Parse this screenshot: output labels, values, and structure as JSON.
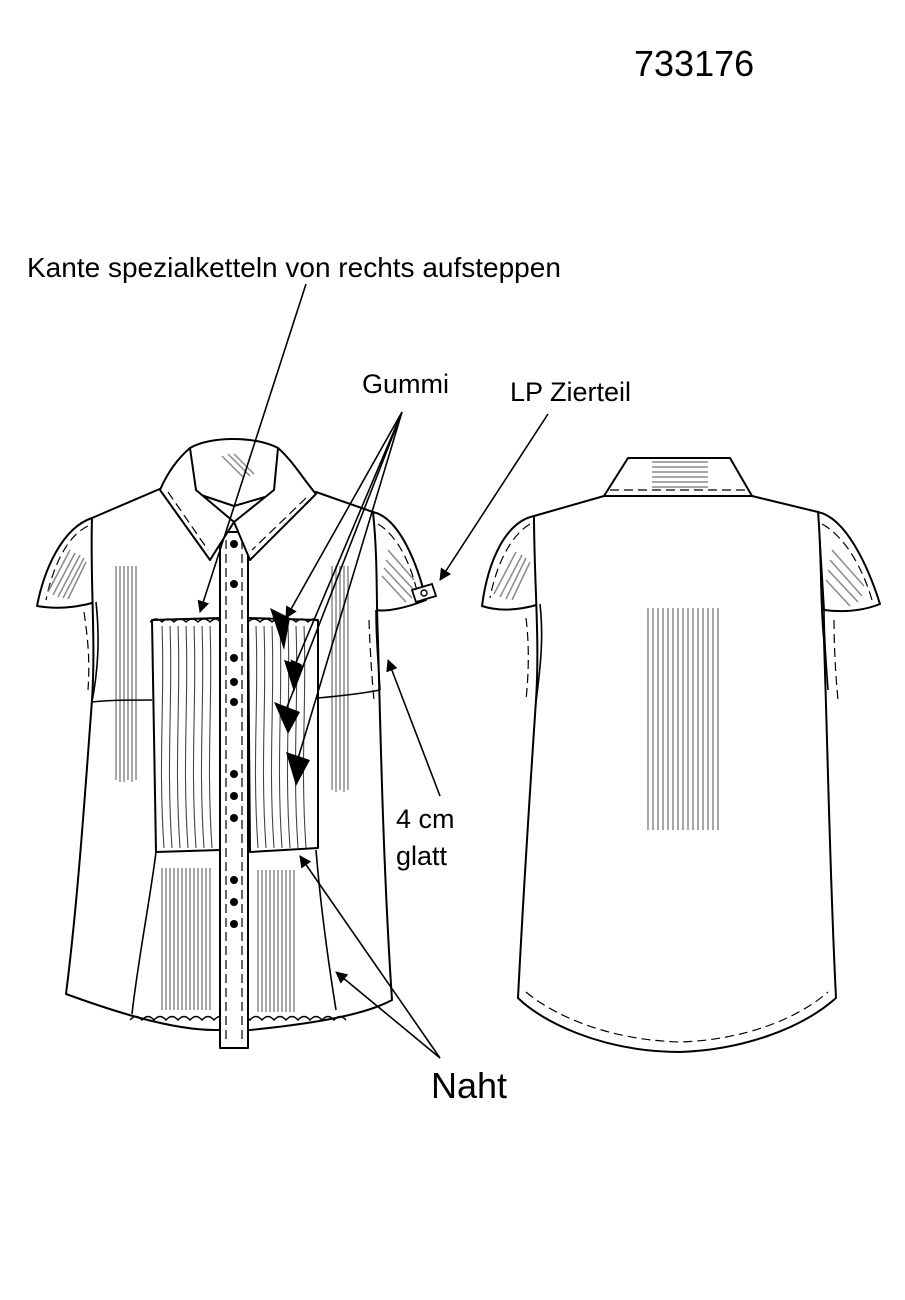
{
  "style_number": "733176",
  "annotations": {
    "edge_stitch": "Kante spezialketteln von rechts aufsteppen",
    "elastic": "Gummi",
    "decor_part": "LP Zierteil",
    "smooth_line1": "4 cm",
    "smooth_line2": "glatt",
    "seam": "Naht"
  },
  "views": [
    "front-view",
    "back-view"
  ],
  "colors": {
    "line": "#000000",
    "shading": "#8a8a8a",
    "background": "#ffffff"
  }
}
